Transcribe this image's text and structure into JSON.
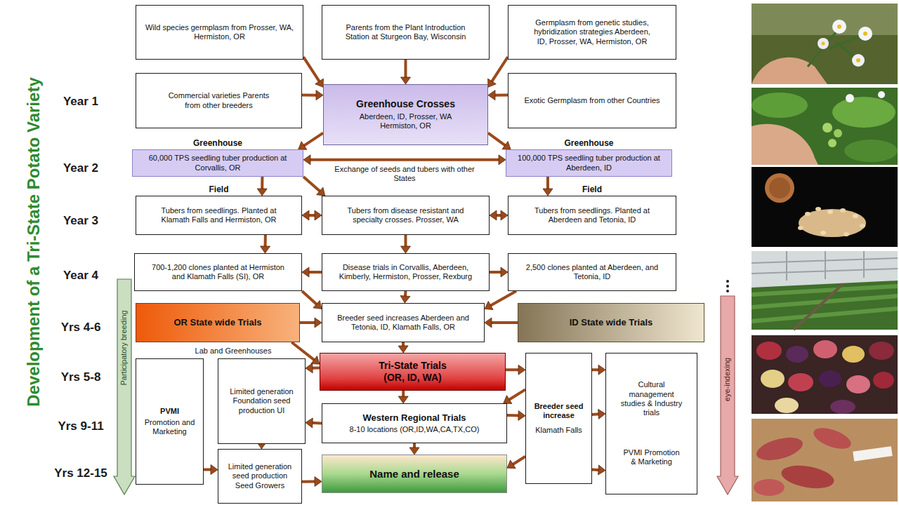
{
  "diagram": {
    "title": "Development of a Tri-State Potato Variety",
    "nodes": [
      {
        "text": [
          "Wild species germplasm from Prosser, WA, Hermiston, OR"
        ]
      },
      {
        "text": [
          "Parents from the Plant Introduction Station at Sturgeon Bay, Wisconsin"
        ]
      },
      {
        "text": [
          "Germplasm from genetic studies, hybridization strategies Aberdeen, ID, Prosser, WA, Hermiston, OR"
        ]
      },
      {
        "text": [
          "Commercial varieties Parents from other breeders"
        ]
      },
      {
        "text": [
          "Greenhouse Crosses",
          "Aberdeen, ID, Prosser, WA Hermiston, OR"
        ]
      },
      {
        "text": [
          "Exotic Germplasm from other Countries"
        ]
      },
      {
        "text": [
          "Greenhouse",
          "60,000 TPS seedling tuber production at Corvallis, OR"
        ]
      },
      {
        "text": [
          "Greenhouse",
          "100,000 TPS seedling tuber production at Aberdeen, ID"
        ]
      },
      {
        "text": [
          "Field",
          "Tubers from seedlings. Planted at Klamath Falls and Hermiston, OR"
        ]
      },
      {
        "text": [
          "Tubers from disease resistant and specialty crosses. Prosser, WA"
        ]
      },
      {
        "text": [
          "Field",
          "Tubers from seedlings. Planted at Aberdeen and Tetonia, ID"
        ]
      },
      {
        "text": [
          "700-1,200 clones planted at Hermiston and Klamath Falls (SI), OR"
        ]
      },
      {
        "text": [
          "Disease trials in Corvallis, Aberdeen, Kimberly, Hermiston, Prosser, Rexburg"
        ]
      },
      {
        "text": [
          "2,500 clones planted at Aberdeen, and Tetonia, ID"
        ]
      },
      {
        "text": [
          "OR State wide Trials"
        ]
      },
      {
        "text": [
          "Breeder seed increases Aberdeen and Tetonia, ID, Klamath Falls, OR"
        ]
      },
      {
        "text": [
          "ID State wide Trials"
        ]
      },
      {
        "text": [
          "PVMI",
          "Promotion and Marketing"
        ]
      },
      {
        "text": [
          "Limited generation Foundation seed production UI"
        ]
      },
      {
        "text": [
          "Tri-State Trials",
          "(OR, ID, WA)"
        ]
      },
      {
        "text": [
          "Western Regional Trials",
          "8-10 locations (OR,ID,WA,CA,TX,CO)"
        ]
      },
      {
        "text": [
          "Limited generation seed production Seed Growers"
        ]
      },
      {
        "text": [
          "Name and release"
        ]
      },
      {
        "text": [
          "Breeder seed increase",
          "Klamath Falls"
        ]
      },
      {
        "text": [
          "Cultural management studies & Industry trials",
          "PVMI Promotion & Marketing"
        ]
      },
      {
        "text": [
          "Participatory breeding"
        ]
      },
      {
        "text": [
          "eye-indexing"
        ]
      }
    ],
    "edges": [
      {
        "from": 0,
        "to": 4,
        "arrow": "to"
      },
      {
        "from": 1,
        "to": 4,
        "arrow": "to"
      },
      {
        "from": 2,
        "to": 4,
        "arrow": "to"
      },
      {
        "from": 3,
        "to": 4,
        "arrow": "to"
      },
      {
        "from": 5,
        "to": 4,
        "arrow": "to"
      },
      {
        "from": 4,
        "to": 6,
        "arrow": "to"
      },
      {
        "from": 4,
        "to": 7,
        "arrow": "to"
      },
      {
        "from": 6,
        "to": 7,
        "label": "Exchange of seeds and tubers with other States",
        "arrow": "both"
      },
      {
        "from": 6,
        "to": 8,
        "arrow": "to"
      },
      {
        "from": 6,
        "to": 9,
        "arrow": "to"
      },
      {
        "from": 7,
        "to": 10,
        "arrow": "to"
      },
      {
        "from": 8,
        "to": 9,
        "arrow": "both"
      },
      {
        "from": 9,
        "to": 10,
        "arrow": "both"
      },
      {
        "from": 8,
        "to": 11,
        "arrow": "to"
      },
      {
        "from": 9,
        "to": 12,
        "arrow": "to"
      },
      {
        "from": 12,
        "to": 11,
        "arrow": "to"
      },
      {
        "from": 12,
        "to": 13,
        "arrow": "to"
      },
      {
        "from": 11,
        "to": 15,
        "arrow": "to"
      },
      {
        "from": 12,
        "to": 15,
        "arrow": "to"
      },
      {
        "from": 13,
        "to": 15,
        "arrow": "to"
      },
      {
        "from": 14,
        "to": 15,
        "arrow": "to"
      },
      {
        "from": 16,
        "to": 15,
        "arrow": "to"
      },
      {
        "from": 14,
        "to": 19,
        "arrow": "to"
      },
      {
        "from": 15,
        "to": 19,
        "arrow": "to"
      },
      {
        "from": 19,
        "to": 18,
        "arrow": "to"
      },
      {
        "from": 19,
        "to": 23,
        "arrow": "to"
      },
      {
        "from": 19,
        "to": 20,
        "arrow": "to"
      },
      {
        "from": 20,
        "to": 18,
        "arrow": "to"
      },
      {
        "from": 20,
        "to": 23,
        "arrow": "to"
      },
      {
        "from": 23,
        "to": 20,
        "arrow": "to"
      },
      {
        "from": 20,
        "to": 22,
        "arrow": "to"
      },
      {
        "from": 23,
        "to": 22,
        "arrow": "to"
      },
      {
        "from": 23,
        "to": 24,
        "arrow": "to"
      },
      {
        "from": 23,
        "to": 24,
        "arrow": "to"
      },
      {
        "from": 23,
        "to": 24,
        "arrow": "to"
      },
      {
        "from": 18,
        "to": 21,
        "arrow": "to"
      },
      {
        "from": 21,
        "to": 22,
        "arrow": "to"
      },
      {
        "from": 17,
        "to": 21,
        "arrow": "to"
      }
    ],
    "labels": [
      "Year 1",
      "Year 2",
      "Year 3",
      "Year 4",
      "Yrs 4-6",
      "Yrs 5-8",
      "Yrs 9-11",
      "Yrs 12-15",
      "Lab and Greenhouses"
    ]
  }
}
